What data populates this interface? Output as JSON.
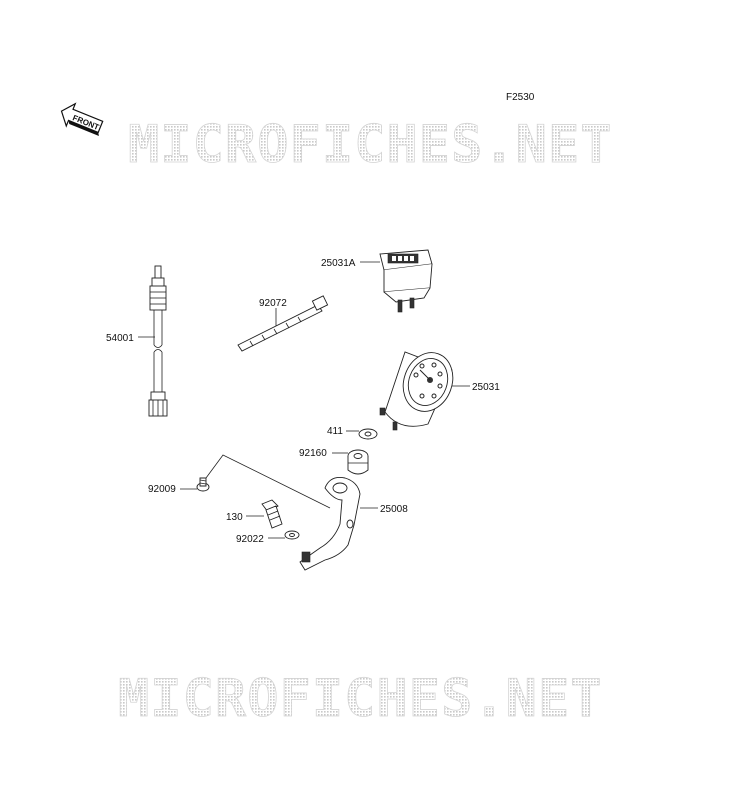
{
  "diagram": {
    "figure_code": "F2530",
    "front_label": "FRONT",
    "watermark": "MICROFICHES.NET",
    "parts": [
      {
        "id": "part-25031a",
        "label": "25031A"
      },
      {
        "id": "part-92072",
        "label": "92072"
      },
      {
        "id": "part-54001",
        "label": "54001"
      },
      {
        "id": "part-25031",
        "label": "25031"
      },
      {
        "id": "part-411",
        "label": "411"
      },
      {
        "id": "part-92160",
        "label": "92160"
      },
      {
        "id": "part-92009",
        "label": "92009"
      },
      {
        "id": "part-25008",
        "label": "25008"
      },
      {
        "id": "part-130",
        "label": "130"
      },
      {
        "id": "part-92022",
        "label": "92022"
      }
    ]
  }
}
